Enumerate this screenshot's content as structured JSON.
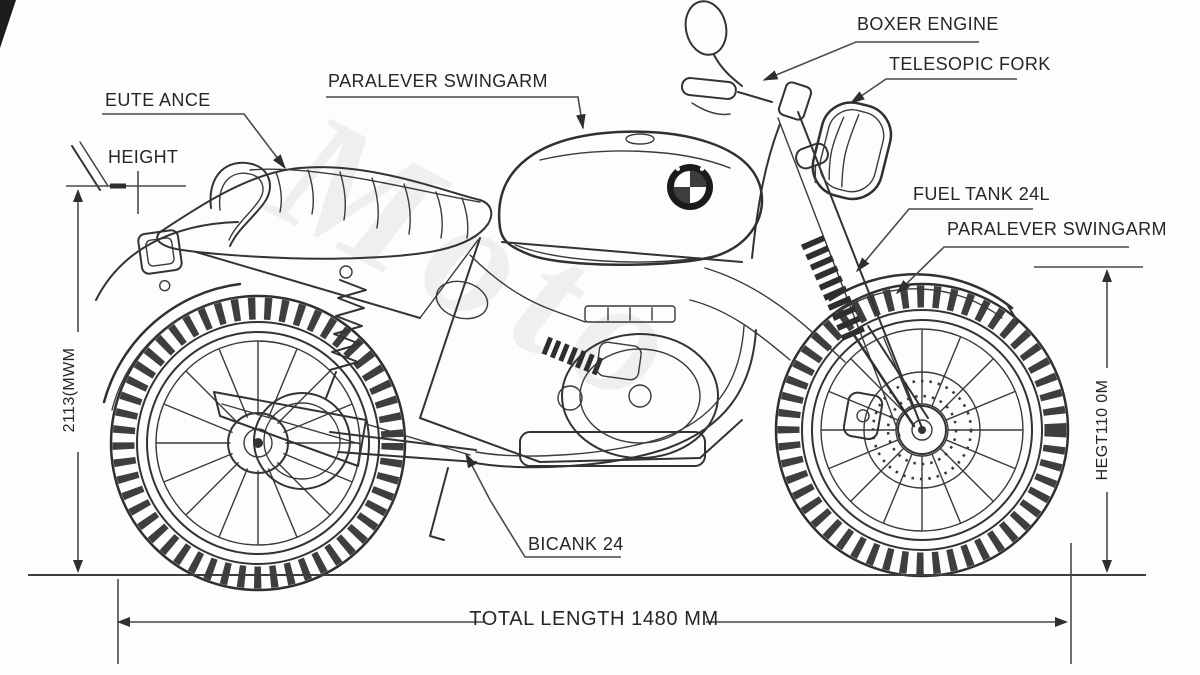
{
  "page": {
    "background": "#fdfdfc",
    "line_color": "#333333",
    "label_color": "#262626",
    "type": "technical-line-drawing-motorcycle-blueprint"
  },
  "watermark": {
    "text": "Moto"
  },
  "logo": {
    "name": "bmw-roundel"
  },
  "callouts": {
    "boxer_engine": "BOXER ENGINE",
    "telescopic_fork": "TELESOPIC FORK",
    "paralever_swingarm_top": "PARALEVER SWINGARM",
    "exhaust_left": "EUTE ANCE",
    "height": "HEIGHT",
    "fuel_tank": "FUEL TANK 24L",
    "paralever_swingarm_right": "PARALEVER SWINGARM",
    "crank_bottom": "BICANK 24"
  },
  "dimensions": {
    "left_vertical": "2113(MWM",
    "right_vertical": "HEGT110 0M",
    "total_length": "TOTAL LENGTH 1480 MM"
  }
}
